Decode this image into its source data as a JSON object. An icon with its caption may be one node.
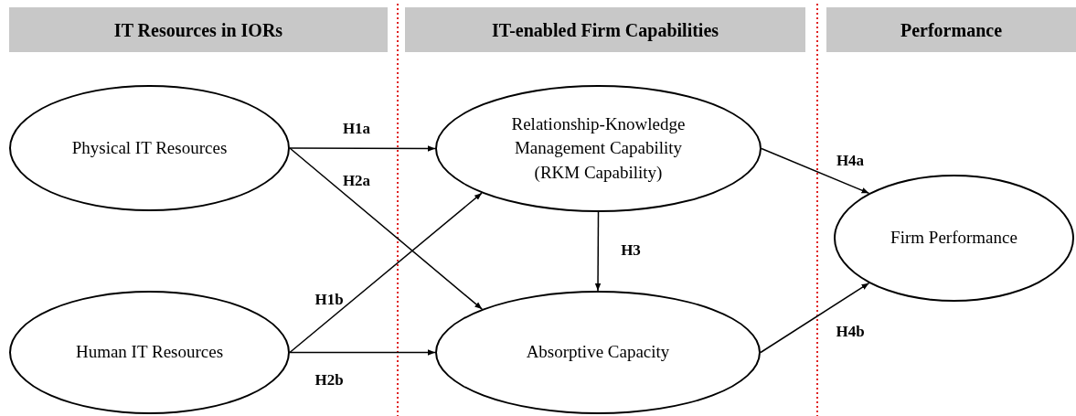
{
  "diagram": {
    "nodes": [
      {
        "text": [
          "IT Resources in IORs"
        ]
      },
      {
        "text": [
          "IT-enabled Firm Capabilities"
        ]
      },
      {
        "text": [
          "Performance"
        ]
      },
      {
        "text": [
          "Physical IT Resources"
        ]
      },
      {
        "text": [
          "Human IT Resources"
        ]
      },
      {
        "text": [
          "Relationship-Knowledge Management Capability (RKM Capability)"
        ]
      },
      {
        "text": [
          "Absorptive Capacity"
        ]
      },
      {
        "text": [
          "Firm Performance"
        ]
      }
    ],
    "edges": [
      {
        "from": 3,
        "to": 5,
        "arrow": "to",
        "label": "H1a"
      },
      {
        "from": 3,
        "to": 6,
        "arrow": "to",
        "label": "H2a"
      },
      {
        "from": 4,
        "to": 5,
        "arrow": "to",
        "label": "H1b"
      },
      {
        "from": 4,
        "to": 6,
        "arrow": "to",
        "label": "H2b"
      },
      {
        "from": 5,
        "to": 6,
        "arrow": "to",
        "label": "H3"
      },
      {
        "from": 5,
        "to": 7,
        "arrow": "to",
        "label": "H4a"
      },
      {
        "from": 6,
        "to": 7,
        "arrow": "to",
        "label": "H4b"
      }
    ]
  }
}
